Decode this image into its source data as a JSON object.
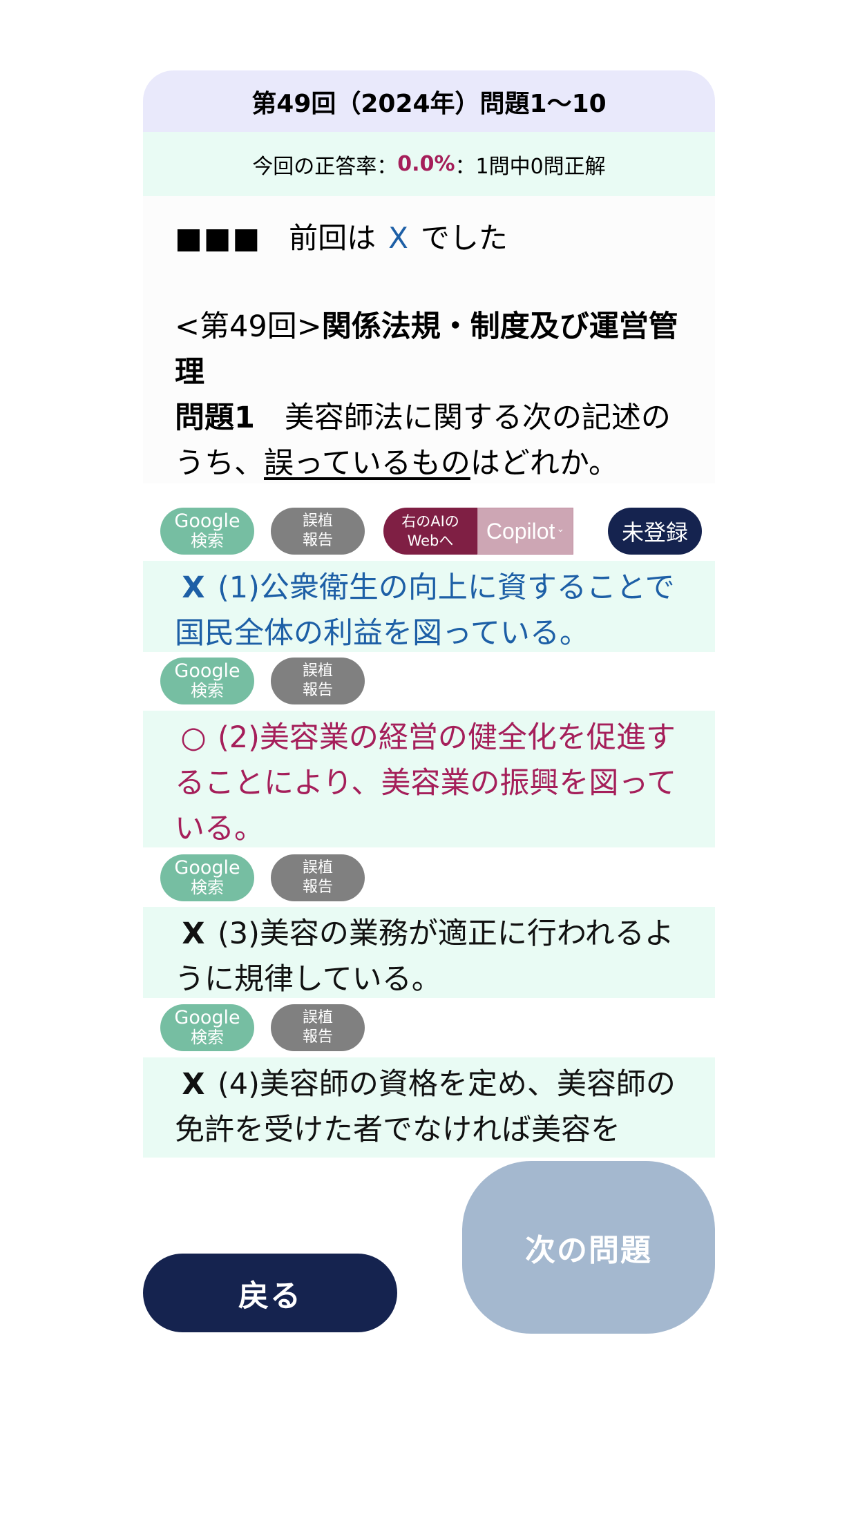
{
  "header": {
    "title": "第49回（2024年）問題1〜10"
  },
  "rate": {
    "prefix": "今回の正答率：",
    "percent": "0.0%",
    "suffix": "：1問中0問正解"
  },
  "question": {
    "squares": "■■■",
    "prev_prefix": "前回は",
    "prev_mark": "X",
    "prev_suffix": "でした",
    "session": "<第49回>",
    "subject": "関係法規・制度及び運営管理",
    "number": "問題1",
    "text_part1": "　美容師法に関する次の記述のうち、",
    "text_underlined": "誤っているもの",
    "text_part2": "はどれか。"
  },
  "buttons": {
    "google_line1": "Google",
    "google_line2": "検索",
    "report_line1": "誤植",
    "report_line2": "報告",
    "ai_line1": "右のAIの",
    "ai_line2": "Webへ",
    "copilot": "Copilot",
    "unregistered": "未登録"
  },
  "choices": [
    {
      "mark": "X",
      "text": "(1)公衆衛生の向上に資することで国民全体の利益を図っている。"
    },
    {
      "mark": "○",
      "text": "(2)美容業の経営の健全化を促進することにより、美容業の振興を図っている。"
    },
    {
      "mark": "X",
      "text": "(3)美容の業務が適正に行われるように規律している。"
    },
    {
      "mark": "X",
      "text": "(4)美容師の資格を定め、美容師の免許を受けた者でなければ美容を"
    }
  ],
  "nav": {
    "back": "戻る",
    "next": "次の問題"
  },
  "colors": {
    "header_bg": "#e9e9fb",
    "rate_bg": "#e9fbf4",
    "accent_red": "#a51f5a",
    "accent_blue": "#1d5fa6",
    "navy": "#15234f",
    "google_green": "#76bea2",
    "report_gray": "#808080"
  }
}
